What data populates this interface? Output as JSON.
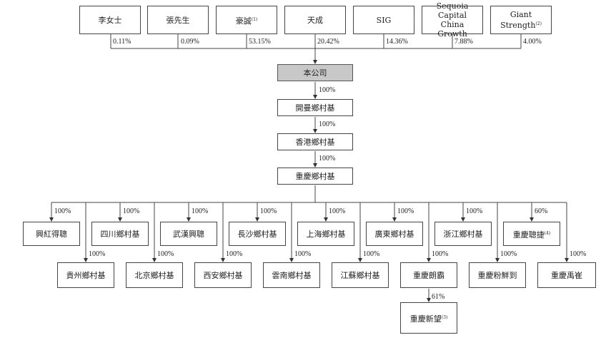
{
  "shareholders": [
    {
      "name": "李女士",
      "note": "",
      "pct": "0.11%"
    },
    {
      "name": "張先生",
      "note": "",
      "pct": "0.09%"
    },
    {
      "name": "豪誠",
      "note": "(1)",
      "pct": "53.15%"
    },
    {
      "name": "天成",
      "note": "",
      "pct": "20.42%"
    },
    {
      "name": "SIG",
      "note": "",
      "pct": "14.36%"
    },
    {
      "name": "Sequoia Capital China Growth",
      "note": "",
      "pct": "7.88%"
    },
    {
      "name": "Giant Strength",
      "note": "(2)",
      "pct": "4.00%"
    }
  ],
  "company": {
    "name": "本公司"
  },
  "chain": [
    {
      "name": "開曼鄉村基",
      "pct": "100%"
    },
    {
      "name": "香港鄉村基",
      "pct": "100%"
    },
    {
      "name": "重慶鄉村基",
      "pct": "100%"
    }
  ],
  "top_subsidiaries": [
    {
      "name": "興紅得聰",
      "note": "",
      "pct": "100%"
    },
    {
      "name": "四川鄉村基",
      "note": "",
      "pct": "100%"
    },
    {
      "name": "武漢興聰",
      "note": "",
      "pct": "100%"
    },
    {
      "name": "長沙鄉村基",
      "note": "",
      "pct": "100%"
    },
    {
      "name": "上海鄉村基",
      "note": "",
      "pct": "100%"
    },
    {
      "name": "廣東鄉村基",
      "note": "",
      "pct": "100%"
    },
    {
      "name": "浙江鄉村基",
      "note": "",
      "pct": "100%"
    },
    {
      "name": "重慶聰捷",
      "note": "(4)",
      "pct": "60%"
    }
  ],
  "bottom_subsidiaries": [
    {
      "name": "貴州鄉村基",
      "pct": "100%"
    },
    {
      "name": "北京鄉村基",
      "pct": "100%"
    },
    {
      "name": "西安鄉村基",
      "pct": "100%"
    },
    {
      "name": "雲南鄉村基",
      "pct": "100%"
    },
    {
      "name": "江蘇鄉村基",
      "pct": "100%"
    },
    {
      "name": "重慶朗霸",
      "pct": "100%"
    },
    {
      "name": "重慶粉鮮到",
      "pct": "100%"
    },
    {
      "name": "重慶禹崔",
      "pct": "100%"
    }
  ],
  "grandchild": {
    "name": "重慶新望",
    "note": "(3)",
    "pct": "61%"
  }
}
